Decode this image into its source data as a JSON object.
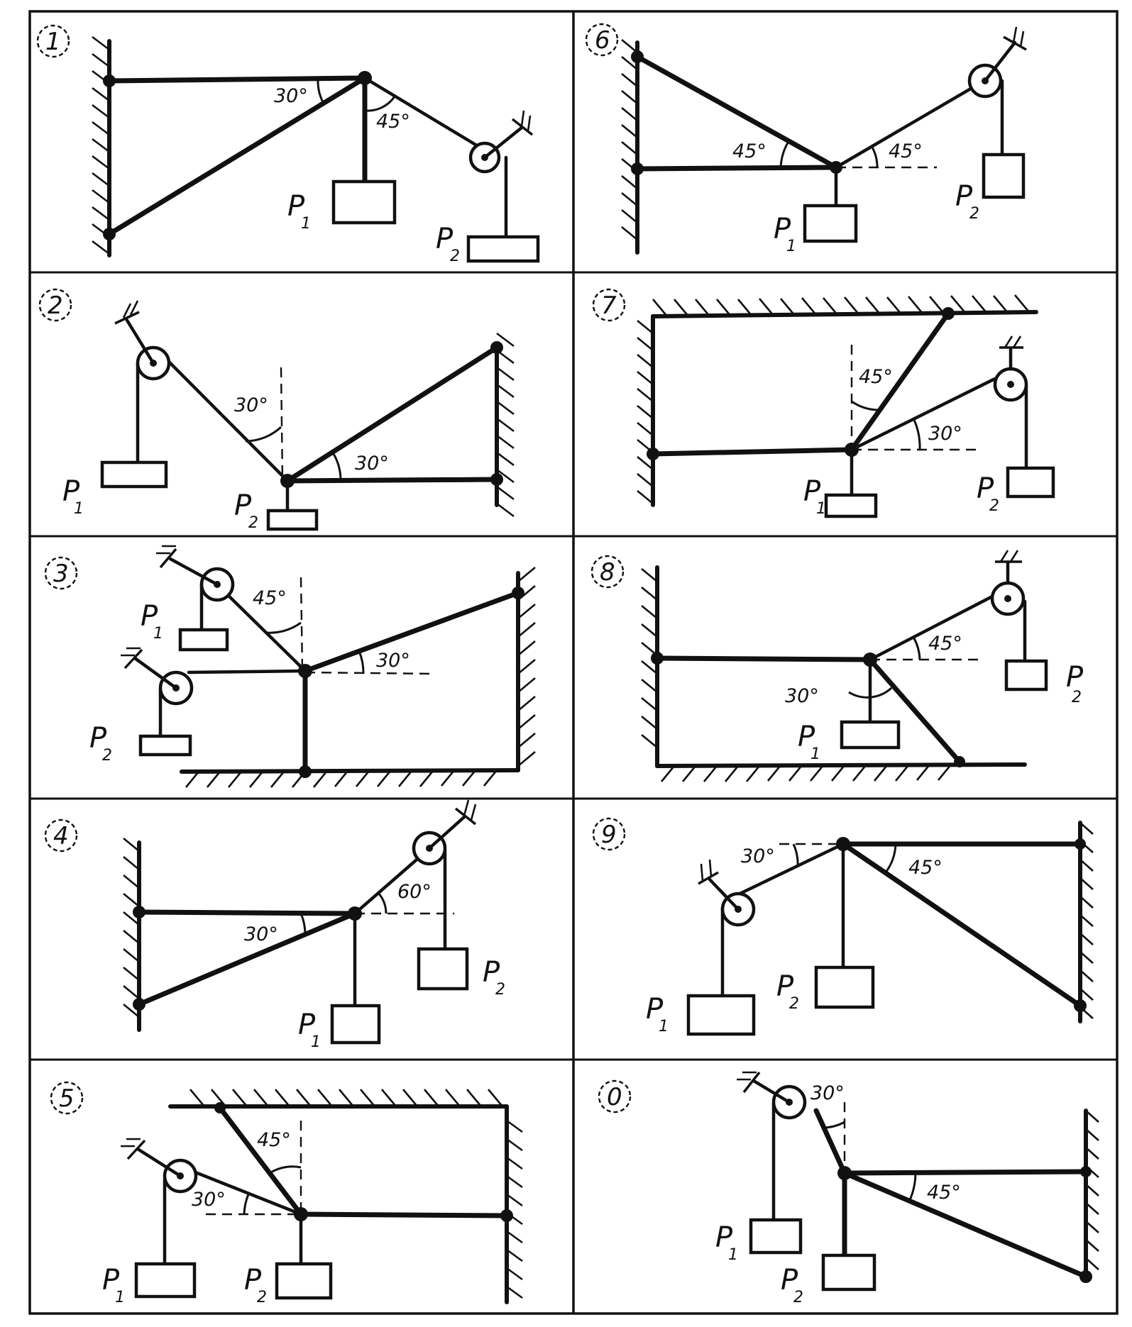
{
  "panels": [
    {
      "id": "1",
      "number": "1",
      "angles": [
        "30°",
        "45°"
      ],
      "loads": [
        "P",
        "P"
      ],
      "load_subscripts": [
        "1",
        "2"
      ]
    },
    {
      "id": "2",
      "number": "2",
      "angles": [
        "30°",
        "30°"
      ],
      "loads": [
        "P",
        "P"
      ],
      "load_subscripts": [
        "1",
        "2"
      ]
    },
    {
      "id": "3",
      "number": "3",
      "angles": [
        "45°",
        "30°"
      ],
      "loads": [
        "P",
        "P"
      ],
      "load_subscripts": [
        "1",
        "2"
      ]
    },
    {
      "id": "4",
      "number": "4",
      "angles": [
        "30°",
        "60°"
      ],
      "loads": [
        "P",
        "P"
      ],
      "load_subscripts": [
        "1",
        "2"
      ]
    },
    {
      "id": "5",
      "number": "5",
      "angles": [
        "45°",
        "30°"
      ],
      "loads": [
        "P",
        "P"
      ],
      "load_subscripts": [
        "1",
        "2"
      ]
    },
    {
      "id": "6",
      "number": "6",
      "angles": [
        "45°",
        "45°"
      ],
      "loads": [
        "P",
        "P"
      ],
      "load_subscripts": [
        "1",
        "2"
      ]
    },
    {
      "id": "7",
      "number": "7",
      "angles": [
        "45°",
        "30°"
      ],
      "loads": [
        "P",
        "P"
      ],
      "load_subscripts": [
        "1",
        "2"
      ]
    },
    {
      "id": "8",
      "number": "8",
      "angles": [
        "45°",
        "30°"
      ],
      "loads": [
        "P",
        "P"
      ],
      "load_subscripts": [
        "1",
        "2"
      ]
    },
    {
      "id": "9",
      "number": "9",
      "angles": [
        "30°",
        "45°"
      ],
      "loads": [
        "P",
        "P"
      ],
      "load_subscripts": [
        "1",
        "2"
      ]
    },
    {
      "id": "0",
      "number": "0",
      "angles": [
        "30°",
        "45°"
      ],
      "loads": [
        "P",
        "P"
      ],
      "load_subscripts": [
        "1",
        "2"
      ]
    }
  ]
}
